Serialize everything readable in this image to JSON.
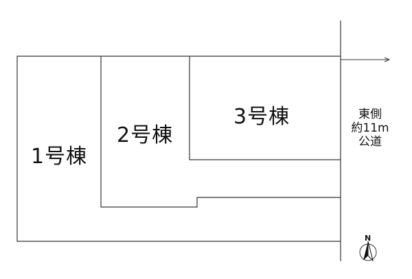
{
  "lots": [
    {
      "label": "1号棟"
    },
    {
      "label": "2号棟"
    },
    {
      "label": "3号棟"
    }
  ],
  "road": {
    "line1": "東側",
    "line2": "約11m",
    "line3": "公道"
  },
  "north_arrow": {
    "letter": "N"
  },
  "colors": {
    "line": "#333333",
    "text": "#111111"
  }
}
